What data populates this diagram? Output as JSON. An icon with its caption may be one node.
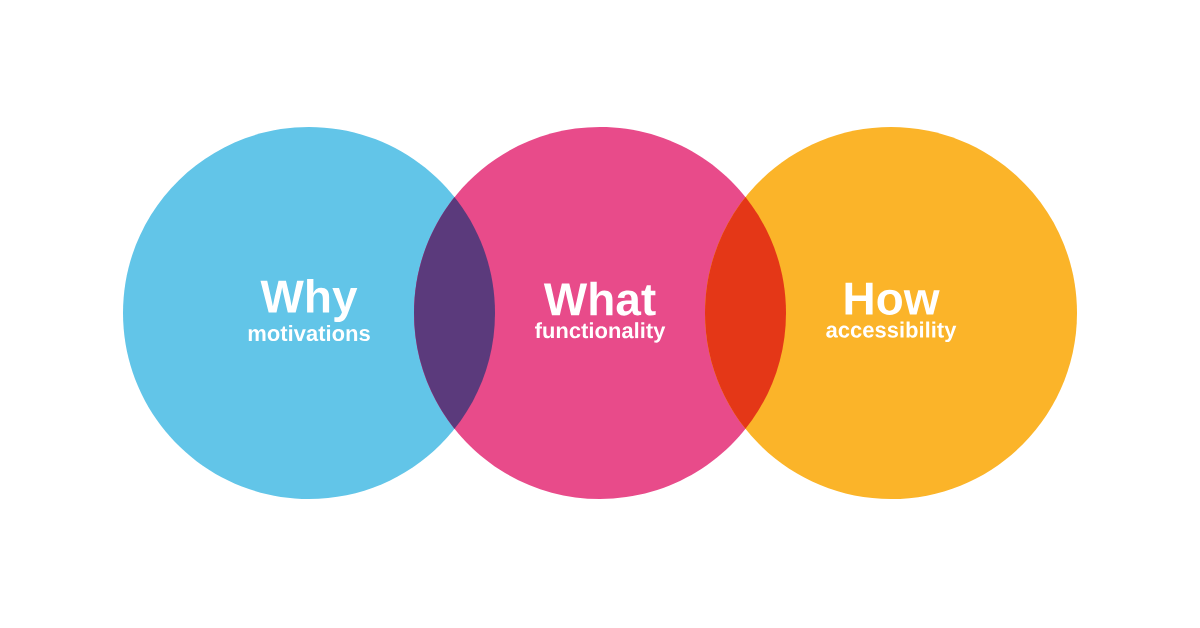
{
  "diagram": {
    "nodes": [
      {
        "text": [
          "Why",
          "motivations"
        ]
      },
      {
        "text": [
          "What",
          "functionality"
        ]
      },
      {
        "text": [
          "How",
          "accessibility"
        ]
      },
      {
        "text": [],
        "shape": "lens"
      },
      {
        "text": [],
        "shape": "lens"
      }
    ]
  }
}
